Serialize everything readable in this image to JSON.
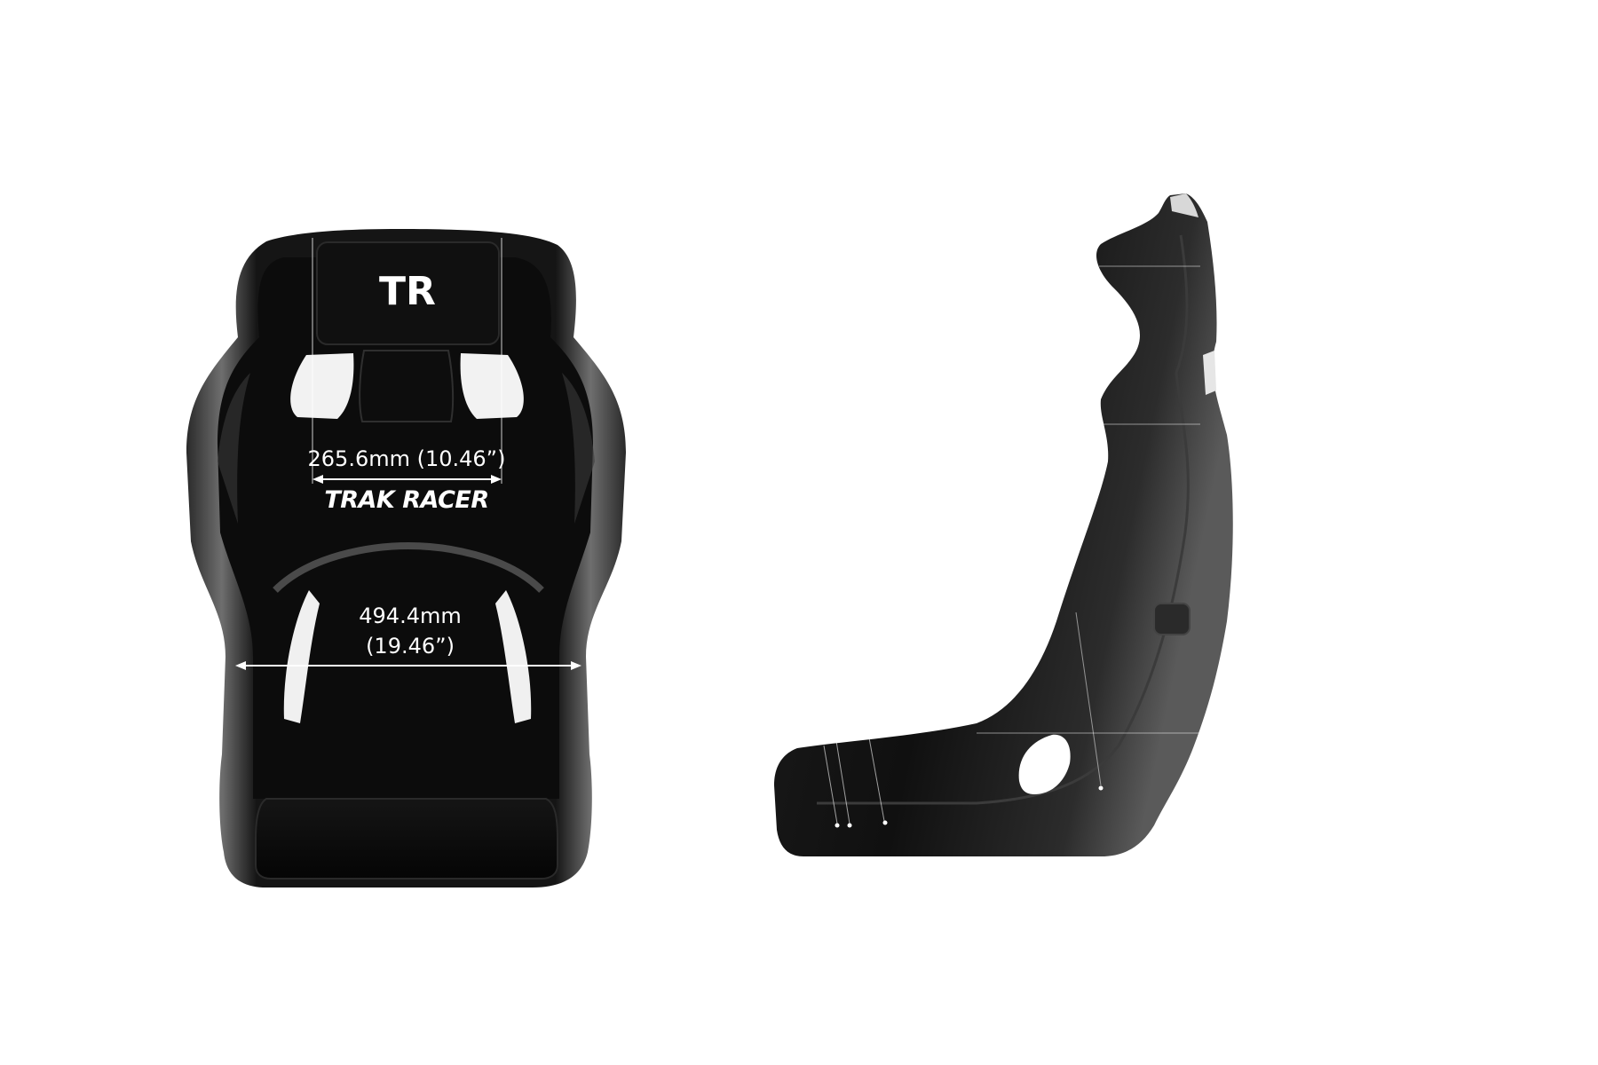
{
  "front_view": {
    "logo_text": "TR",
    "brand_text": "TRAK RACER",
    "dimension_upper": "265.6mm (10.46”)",
    "dimension_lower_line1": "494.4mm",
    "dimension_lower_line2": "(19.46”)"
  },
  "colors": {
    "background": "#ffffff",
    "shell": "#1a1a1a",
    "fabric": "#0b0b0b",
    "highlight": "#6a6a6a",
    "dimension_line": "#ffffff"
  }
}
